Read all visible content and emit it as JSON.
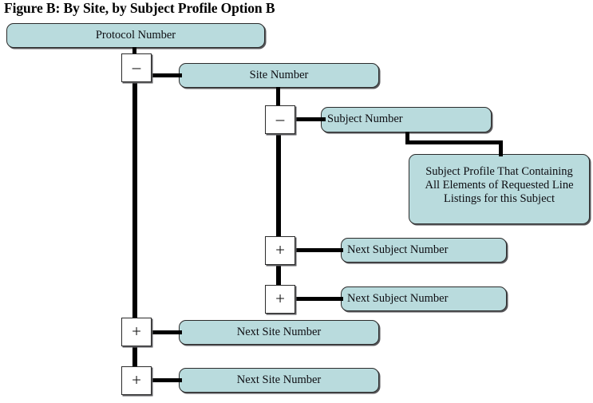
{
  "figure": {
    "title": "Figure B: By Site, by Subject Profile Option B",
    "background_color": "#ffffff",
    "box_fill_color": "#b9dbdd",
    "box_border_color": "#2b2b2b",
    "connector_color": "#000000"
  },
  "nodes": {
    "protocol": {
      "label": "Protocol Number"
    },
    "site": {
      "label": "Site Number"
    },
    "subject": {
      "label": "Subject Number"
    },
    "profile": {
      "line1": "Subject Profile That Containing",
      "line2": "All Elements of Requested Line",
      "line3": "Listings for this Subject"
    },
    "next_subject_1": {
      "label": "Next Subject Number"
    },
    "next_subject_2": {
      "label": "Next Subject Number"
    },
    "next_site_1": {
      "label": "Next Site Number"
    },
    "next_site_2": {
      "label": "Next Site Number"
    }
  },
  "toggles": {
    "protocol_toggle": {
      "symbol": "–",
      "state": "expanded"
    },
    "site_toggle": {
      "symbol": "–",
      "state": "expanded"
    },
    "next_subject_1_toggle": {
      "symbol": "+",
      "state": "collapsed"
    },
    "next_subject_2_toggle": {
      "symbol": "+",
      "state": "collapsed"
    },
    "next_site_1_toggle": {
      "symbol": "+",
      "state": "collapsed"
    },
    "next_site_2_toggle": {
      "symbol": "+",
      "state": "collapsed"
    }
  }
}
